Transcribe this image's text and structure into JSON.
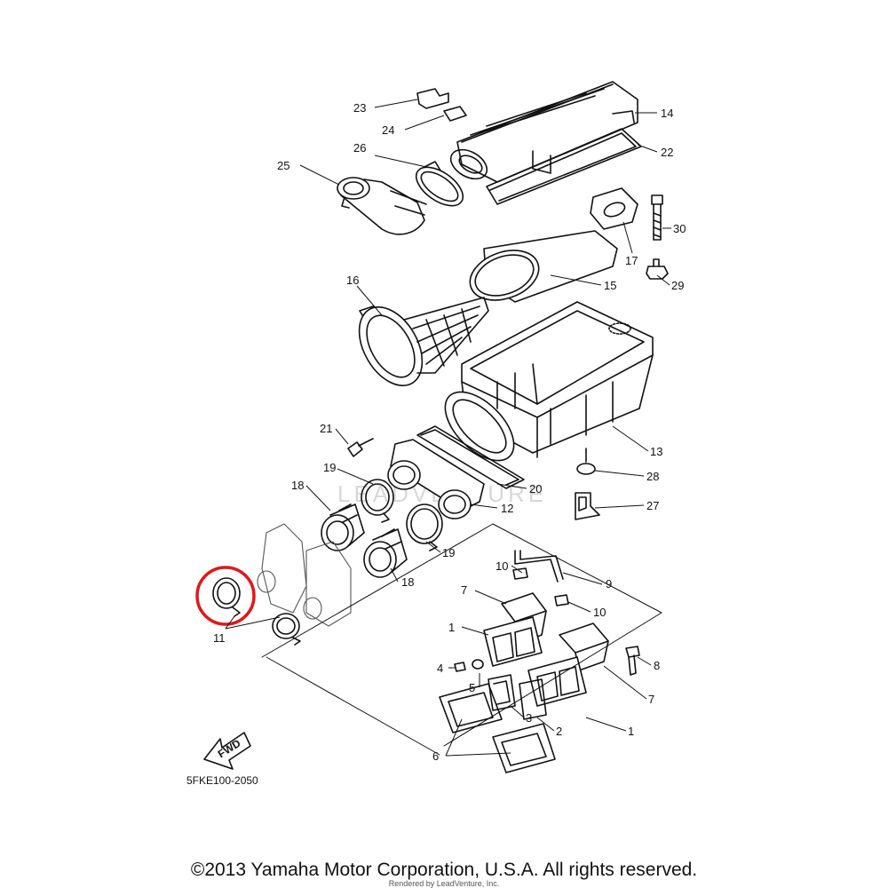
{
  "labels": {
    "p23": "23",
    "p24": "24",
    "p14": "14",
    "p22": "22",
    "p26": "26",
    "p25": "25",
    "p30": "30",
    "p17": "17",
    "p15": "15",
    "p29": "29",
    "p16": "16",
    "p13": "13",
    "p21": "21",
    "p19a": "19",
    "p28": "28",
    "p18a": "18",
    "p20": "20",
    "p27": "27",
    "p12": "12",
    "p19b": "19",
    "p18b": "18",
    "p10a": "10",
    "p9": "9",
    "p7a": "7",
    "p10b": "10",
    "p11": "11",
    "p1a": "1",
    "p8": "8",
    "p4": "4",
    "p5": "5",
    "p3": "3",
    "p7b": "7",
    "p2": "2",
    "p1b": "1",
    "p6": "6"
  },
  "fwd_label": "FWD",
  "diagram_code": "5FKE100-2050",
  "watermark": "LEADVENTURE",
  "copyright": "©2013 Yamaha Motor Corporation, U.S.A. All rights reserved.",
  "rendered_by": "Rendered by LeadVenture, Inc.",
  "highlight_color": "#e01818"
}
